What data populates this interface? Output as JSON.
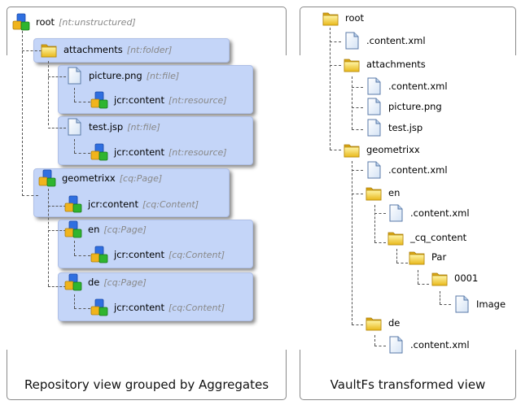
{
  "left_panel": {
    "caption": "Repository view grouped by Aggregates",
    "nodes": [
      {
        "name": "root",
        "type": "[nt:unstructured]",
        "icon": "node-cubes-icon"
      },
      {
        "name": "attachments",
        "type": "[nt:folder]",
        "icon": "folder-icon"
      },
      {
        "name": "picture.png",
        "type": "[nt:file]",
        "icon": "file-icon"
      },
      {
        "name": "jcr:content",
        "type": "[nt:resource]",
        "icon": "node-cubes-icon"
      },
      {
        "name": "test.jsp",
        "type": "[nt:file]",
        "icon": "file-icon"
      },
      {
        "name": "jcr:content",
        "type": "[nt:resource]",
        "icon": "node-cubes-icon"
      },
      {
        "name": "geometrixx",
        "type": "[cq:Page]",
        "icon": "node-cubes-icon"
      },
      {
        "name": "jcr:content",
        "type": "[cq:Content]",
        "icon": "node-cubes-icon"
      },
      {
        "name": "en",
        "type": "[cq:Page]",
        "icon": "node-cubes-icon"
      },
      {
        "name": "jcr:content",
        "type": "[cq:Content]",
        "icon": "node-cubes-icon"
      },
      {
        "name": "de",
        "type": "[cq:Page]",
        "icon": "node-cubes-icon"
      },
      {
        "name": "jcr:content",
        "type": "[cq:Content]",
        "icon": "node-cubes-icon"
      }
    ]
  },
  "right_panel": {
    "caption": "VaultFs transformed view",
    "nodes": [
      {
        "name": "root",
        "icon": "folder-icon"
      },
      {
        "name": ".content.xml",
        "icon": "file-icon"
      },
      {
        "name": "attachments",
        "icon": "folder-icon"
      },
      {
        "name": ".content.xml",
        "icon": "file-icon"
      },
      {
        "name": "picture.png",
        "icon": "file-icon"
      },
      {
        "name": "test.jsp",
        "icon": "file-icon"
      },
      {
        "name": "geometrixx",
        "icon": "folder-icon"
      },
      {
        "name": ".content.xml",
        "icon": "file-icon"
      },
      {
        "name": "en",
        "icon": "folder-icon"
      },
      {
        "name": ".content.xml",
        "icon": "file-icon"
      },
      {
        "name": "_cq_content",
        "icon": "folder-icon"
      },
      {
        "name": "Par",
        "icon": "folder-icon"
      },
      {
        "name": "0001",
        "icon": "folder-icon"
      },
      {
        "name": "Image",
        "icon": "file-icon"
      },
      {
        "name": "de",
        "icon": "folder-icon"
      },
      {
        "name": ".content.xml",
        "icon": "file-icon"
      }
    ]
  }
}
